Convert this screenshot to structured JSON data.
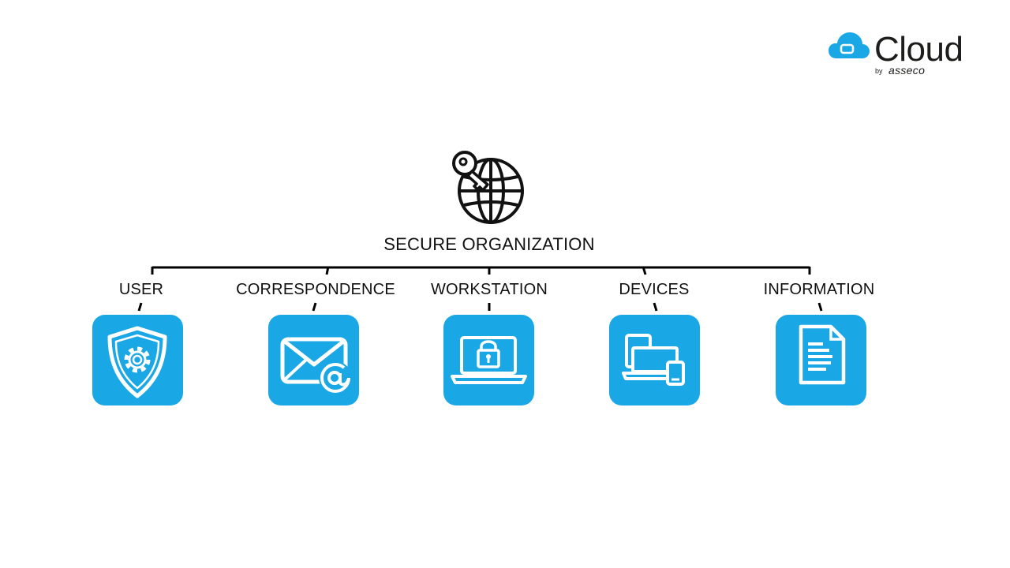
{
  "logo": {
    "word": "Cloud",
    "by": "by",
    "brand": "asseco"
  },
  "colors": {
    "accent": "#1aa7e6",
    "text": "#111111",
    "line": "#000000"
  },
  "root": {
    "title": "SECURE ORGANIZATION",
    "icon": "globe-key-icon"
  },
  "nodes": [
    {
      "label": "USER",
      "icon": "shield-gear-icon"
    },
    {
      "label": "CORRESPONDENCE",
      "icon": "envelope-at-icon"
    },
    {
      "label": "WORKSTATION",
      "icon": "laptop-lock-icon"
    },
    {
      "label": "DEVICES",
      "icon": "devices-icon"
    },
    {
      "label": "INFORMATION",
      "icon": "document-icon"
    }
  ]
}
